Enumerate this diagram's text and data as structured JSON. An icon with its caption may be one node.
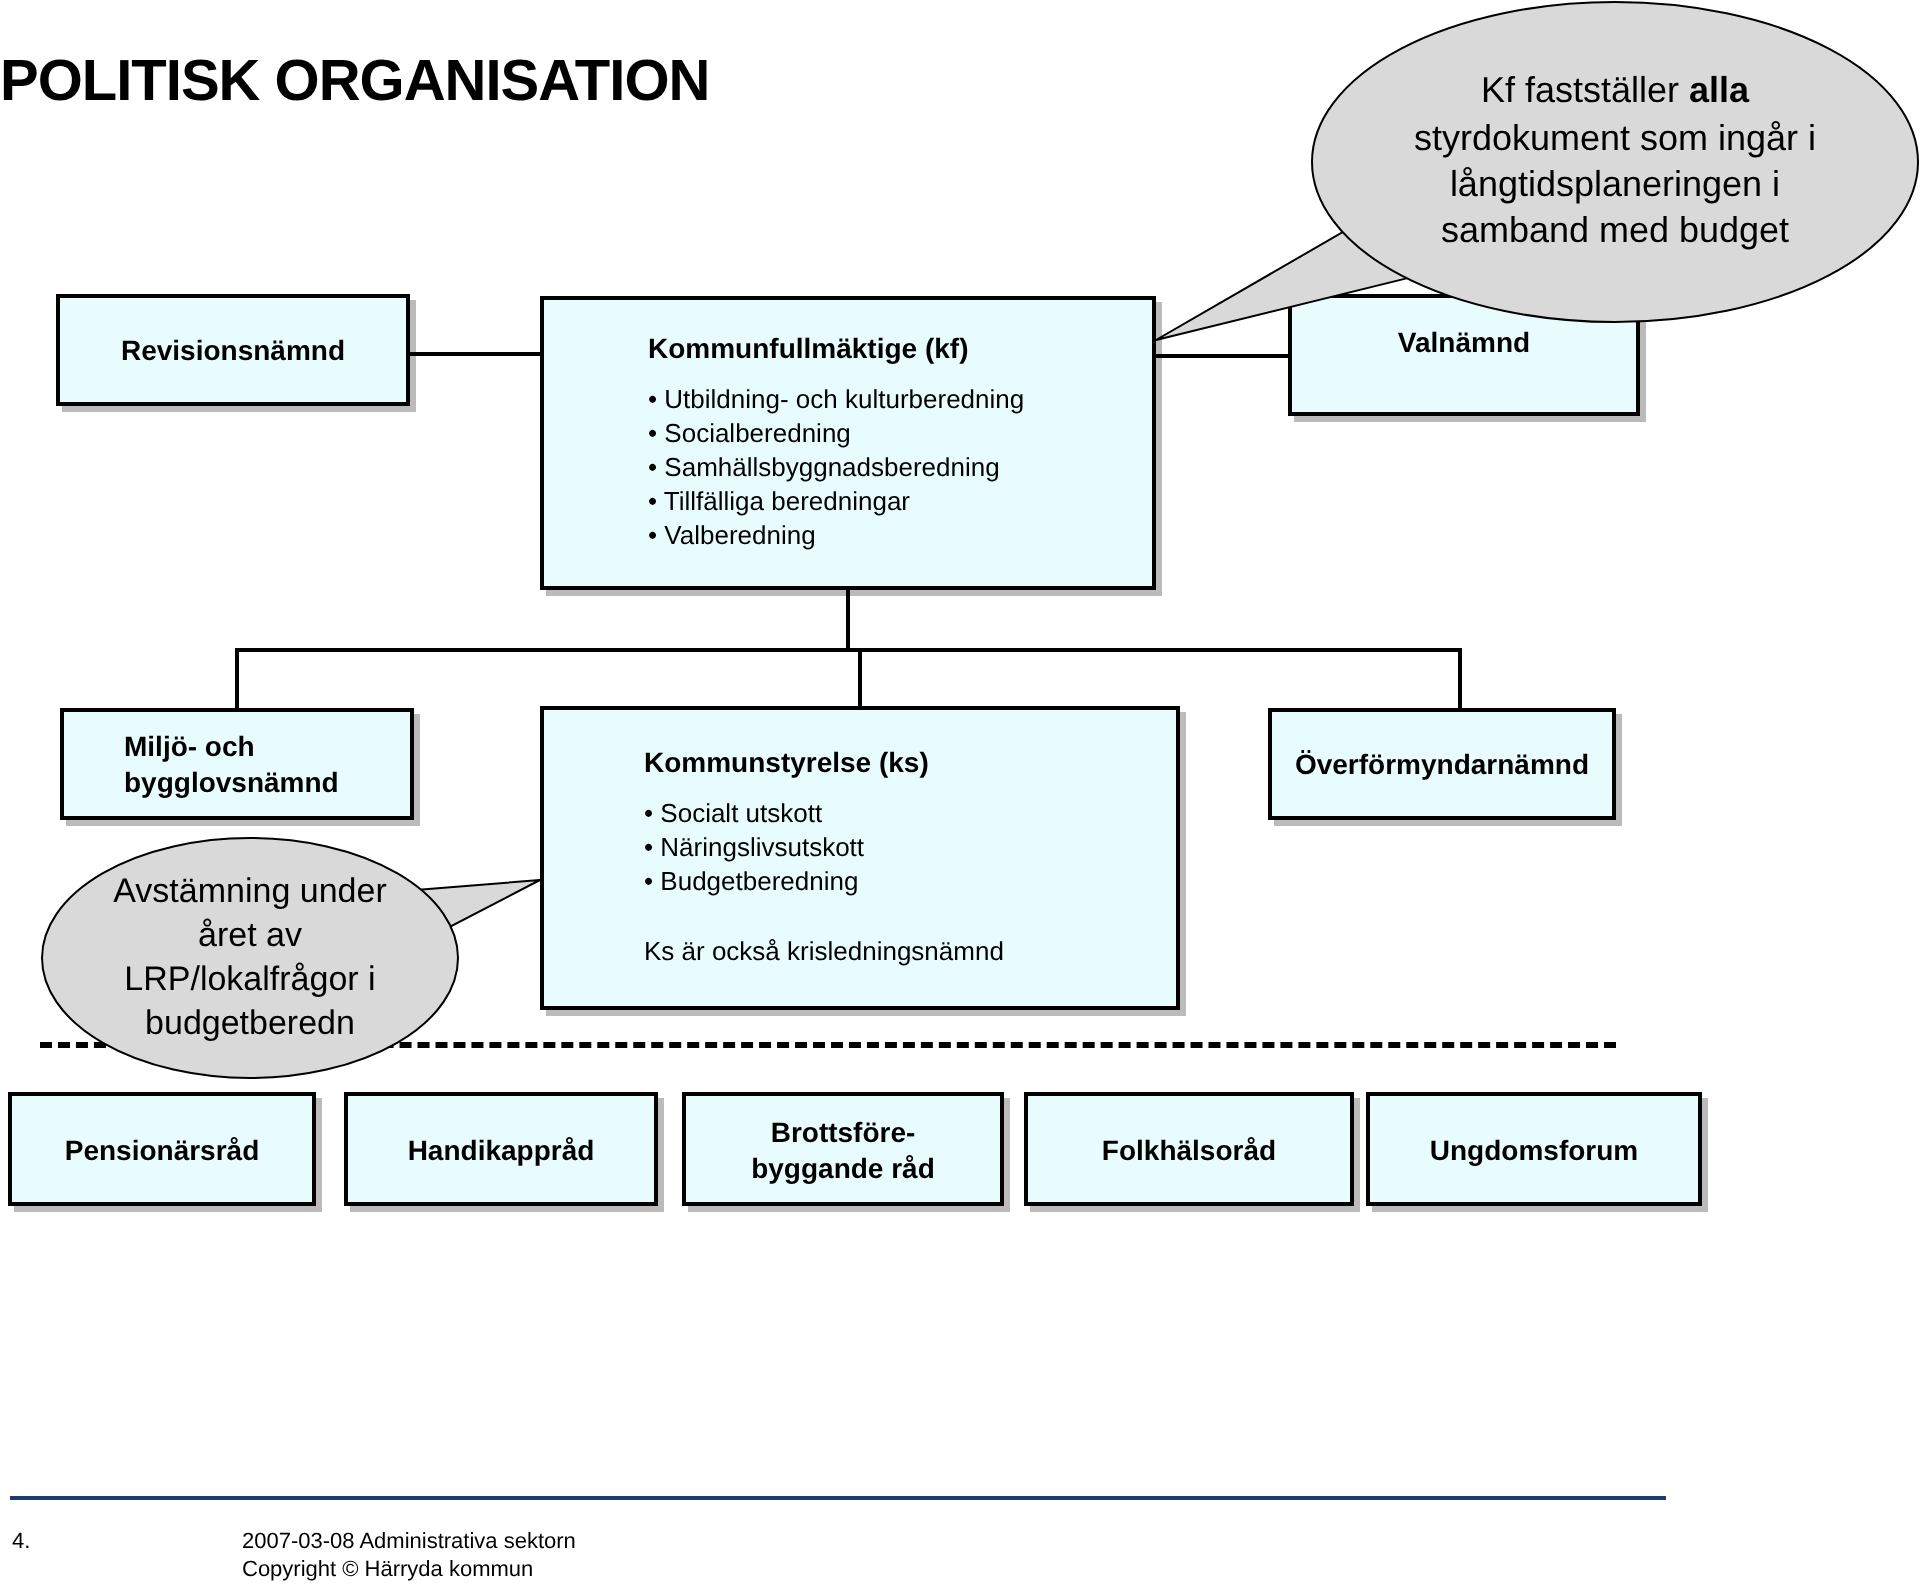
{
  "diagram": {
    "title": "POLITISK ORGANISATION",
    "nodes": [
      {
        "text": [
          "Revisionsnämnd"
        ]
      },
      {
        "text": [
          "Kommunfullmäktige (kf)",
          "• Utbildning- och kulturberedning",
          "• Socialberedning",
          "• Samhällsbyggnadsberedning",
          "• Tillfälliga beredningar",
          "• Valberedning"
        ]
      },
      {
        "text": [
          "Valnämnd"
        ]
      },
      {
        "text": [
          "Kf fastställer **alla** styrdokument som ingår i långtidsplaneringen i samband med budget"
        ]
      },
      {
        "text": [
          "Miljö- och bygglovsnämnd"
        ]
      },
      {
        "text": [
          "Avstämning under året av LRP/lokalfrågor i budgetberedn"
        ]
      },
      {
        "text": [
          "Kommunstyrelse (ks)",
          "• Socialt utskott",
          "• Näringslivsutskott",
          "• Budgetberedning",
          "Ks är också krisledningsnämnd"
        ]
      },
      {
        "text": [
          "Överförmyndarnämnd"
        ]
      },
      {
        "text": [
          "Pensionärsråd"
        ]
      },
      {
        "text": [
          "Handikappråd"
        ]
      },
      {
        "text": [
          "Brottsföre- byggande råd"
        ]
      },
      {
        "text": [
          "Folkhälsoråd"
        ]
      },
      {
        "text": [
          "Ungdomsforum"
        ]
      }
    ],
    "edges": [
      {
        "from": 0,
        "to": 1,
        "arrow": "none"
      },
      {
        "from": 1,
        "to": 2,
        "arrow": "none"
      },
      {
        "from": 1,
        "to": 4,
        "arrow": "none"
      },
      {
        "from": 1,
        "to": 6,
        "arrow": "none"
      },
      {
        "from": 1,
        "to": 7,
        "arrow": "none"
      },
      {
        "from": 3,
        "to": 1,
        "arrow": "none"
      },
      {
        "from": 5,
        "to": 6,
        "arrow": "none"
      }
    ],
    "labels": [
      "4.",
      "2007-03-08 Administrativa sektorn",
      "Copyright © Härryda kommun"
    ]
  }
}
